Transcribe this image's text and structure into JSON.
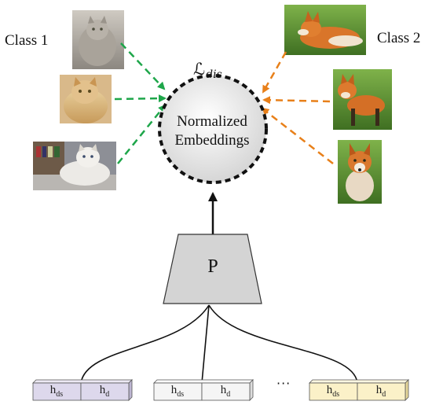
{
  "class_labels": {
    "class1": "Class 1",
    "class2": "Class 2"
  },
  "loss_label": {
    "symbol": "ℒ",
    "subscript": "dis"
  },
  "embedding_node": {
    "line1": "Normalized",
    "line2": "Embeddings"
  },
  "projector_label": "P",
  "tokens": [
    {
      "ds": "ds",
      "d": "d",
      "color": "#ddd8ec"
    },
    {
      "ds": "ds",
      "d": "d",
      "color": "#f5f5f5"
    },
    {
      "ds": "ds",
      "d": "d",
      "color": "#fbf1c8"
    }
  ],
  "token_prefix": "h",
  "ellipsis": "···",
  "images": {
    "class1": [
      "gray-fluffy-cat",
      "orange-persian-cat",
      "white-persian-cat-on-sofa"
    ],
    "class2": [
      "red-fox-lying-in-grass",
      "red-fox-standing",
      "red-fox-cub-sitting"
    ]
  },
  "colors": {
    "class1_arrow": "#1ea64a",
    "class2_arrow": "#e8801a",
    "node_fill": "#e6e6e6",
    "projector_fill": "#d4d4d4"
  }
}
